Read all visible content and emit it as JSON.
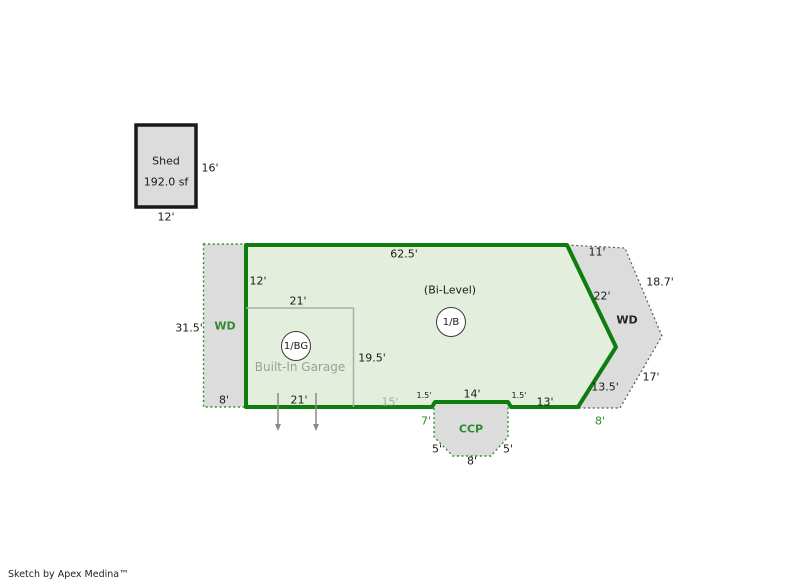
{
  "colors": {
    "building_outline_green": "#0d7d0d",
    "building_fill_green": "#e3efdc",
    "area_fill_gray": "#dcdcdc",
    "green_label": "#2e8b2e",
    "gray_label": "#a8a8a8",
    "dim_text": "#1a1a1a"
  },
  "shed": {
    "name": "Shed",
    "area": "192.0 sf",
    "dim_right": "16'",
    "dim_bottom": "12'"
  },
  "building": {
    "style_label": "(Bi-Level)",
    "story_badge": "1/B",
    "dims": {
      "top": "62.5'",
      "upper_left": "12'",
      "right_upper": "22'",
      "right_lower": "13.5'",
      "bottom_right": "13'",
      "notch_step_left": "1.5'",
      "notch_top": "14'",
      "notch_step_right": "1.5'",
      "garage_to_notch": "15'"
    }
  },
  "garage": {
    "name": "Built-In Garage",
    "story_badge": "1/BG",
    "dims": {
      "top": "21'",
      "bottom": "21'",
      "right": "19.5'"
    }
  },
  "left_deck": {
    "name": "WD",
    "dims": {
      "left": "31.5'",
      "bottom": "8'"
    }
  },
  "right_deck": {
    "name": "WD",
    "dims": {
      "top": "11'",
      "upper_right": "18.7'",
      "lower_right": "17'",
      "bottom": "8'"
    }
  },
  "patio": {
    "name": "CCP",
    "dims": {
      "left": "7'",
      "lower_left": "5'",
      "bottom": "8'",
      "lower_right": "5'"
    }
  },
  "footer": {
    "credit": "Sketch by Apex Medina™"
  }
}
